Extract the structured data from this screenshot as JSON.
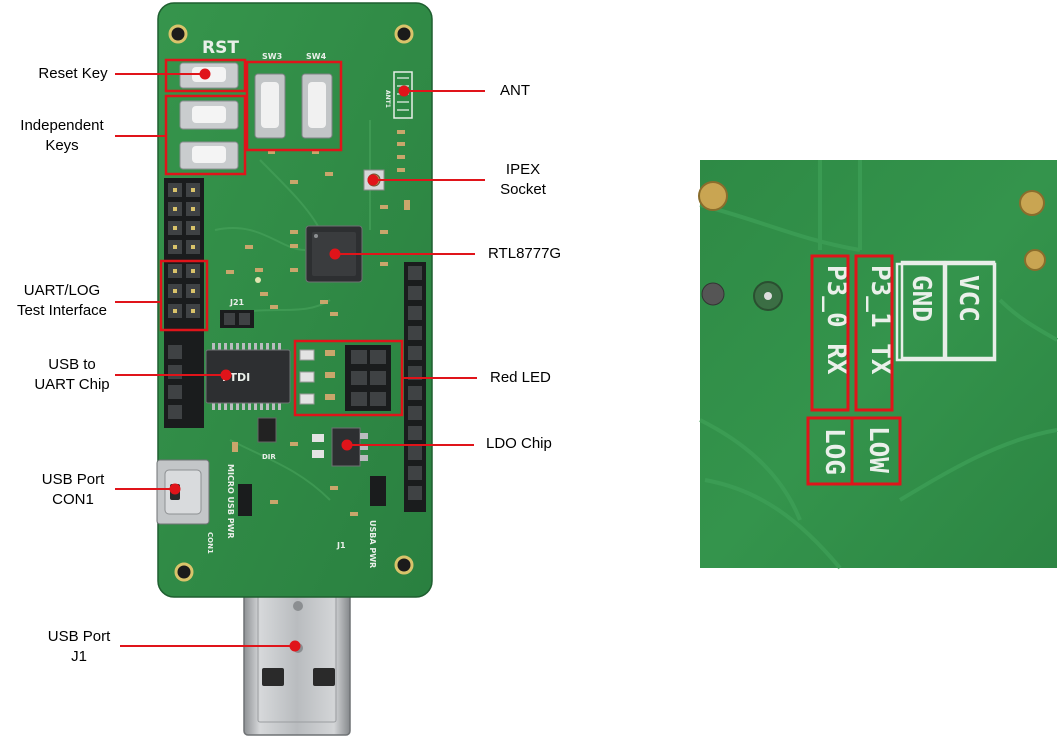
{
  "colors": {
    "pcb_green": "#2f8a45",
    "pcb_dark": "#23703a",
    "annotation_red": "#e0141a",
    "silkscreen": "#e9efe9",
    "usb_metal": "#bfc1c3"
  },
  "callouts_left": [
    {
      "id": "reset-key",
      "lines": [
        "Reset Key"
      ]
    },
    {
      "id": "independent-keys",
      "lines": [
        "Independent",
        "Keys"
      ]
    },
    {
      "id": "uart-log",
      "lines": [
        "UART/LOG",
        "Test Interface"
      ]
    },
    {
      "id": "usb-uart-chip",
      "lines": [
        "USB to",
        "UART Chip"
      ]
    },
    {
      "id": "usb-port-con1",
      "lines": [
        "USB Port",
        "CON1"
      ]
    },
    {
      "id": "usb-port-j1",
      "lines": [
        "USB Port",
        "J1"
      ]
    }
  ],
  "callouts_right": [
    {
      "id": "ant",
      "lines": [
        "ANT"
      ]
    },
    {
      "id": "ipex-socket",
      "lines": [
        "IPEX",
        "Socket"
      ]
    },
    {
      "id": "rtl8777g",
      "lines": [
        "RTL8777G"
      ]
    },
    {
      "id": "red-led",
      "lines": [
        "Red LED"
      ]
    },
    {
      "id": "ldo-chip",
      "lines": [
        "LDO Chip"
      ]
    }
  ],
  "board_silkscreen": {
    "rst": "RST",
    "sw3": "SW3",
    "sw4": "SW4",
    "ant1": "ANT1",
    "ftdi": "FTDI",
    "micro_usb_pwr": "MICRO USB PWR",
    "usba_pwr": "USBA PWR",
    "con1": "CON1",
    "j1": "J1",
    "j21": "J21",
    "dir": "DIR"
  },
  "zoom_silkscreen": {
    "p3_0_rx": "P3_0 RX",
    "p3_1_tx": "P3_1 TX",
    "gnd": "GND",
    "vcc": "VCC",
    "log": "LOG",
    "low": "LOW"
  }
}
